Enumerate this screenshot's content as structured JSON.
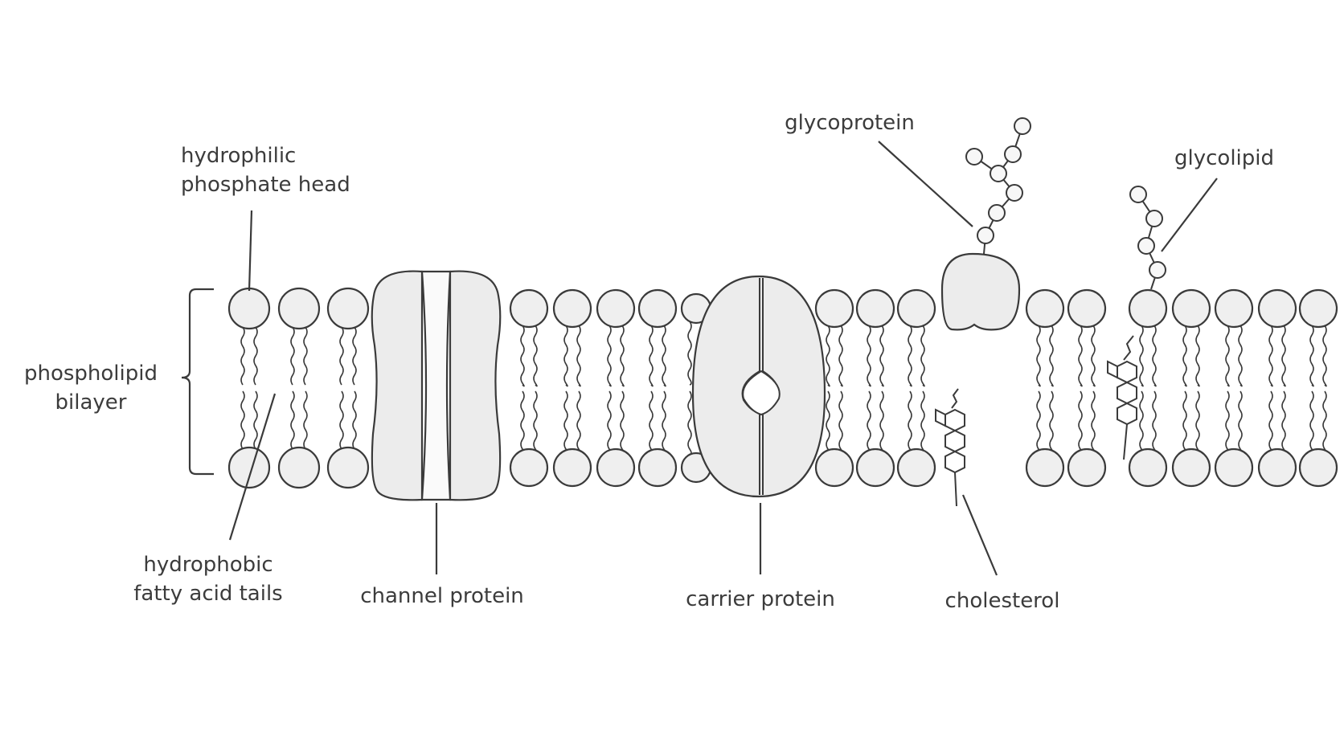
{
  "diagram": {
    "labels": {
      "hydrophilic_head_line1": "hydrophilic",
      "hydrophilic_head_line2": "phosphate head",
      "bilayer_line1": "phospholipid",
      "bilayer_line2": "bilayer",
      "hydrophobic_tails_line1": "hydrophobic",
      "hydrophobic_tails_line2": "fatty acid tails",
      "channel_protein": "channel protein",
      "carrier_protein": "carrier protein",
      "glycoprotein": "glycoprotein",
      "glycolipid": "glycolipid",
      "cholesterol": "cholesterol"
    },
    "colors": {
      "stroke": "#3a3a3a",
      "fill": "#efefef",
      "text": "#3c3c3c"
    }
  }
}
